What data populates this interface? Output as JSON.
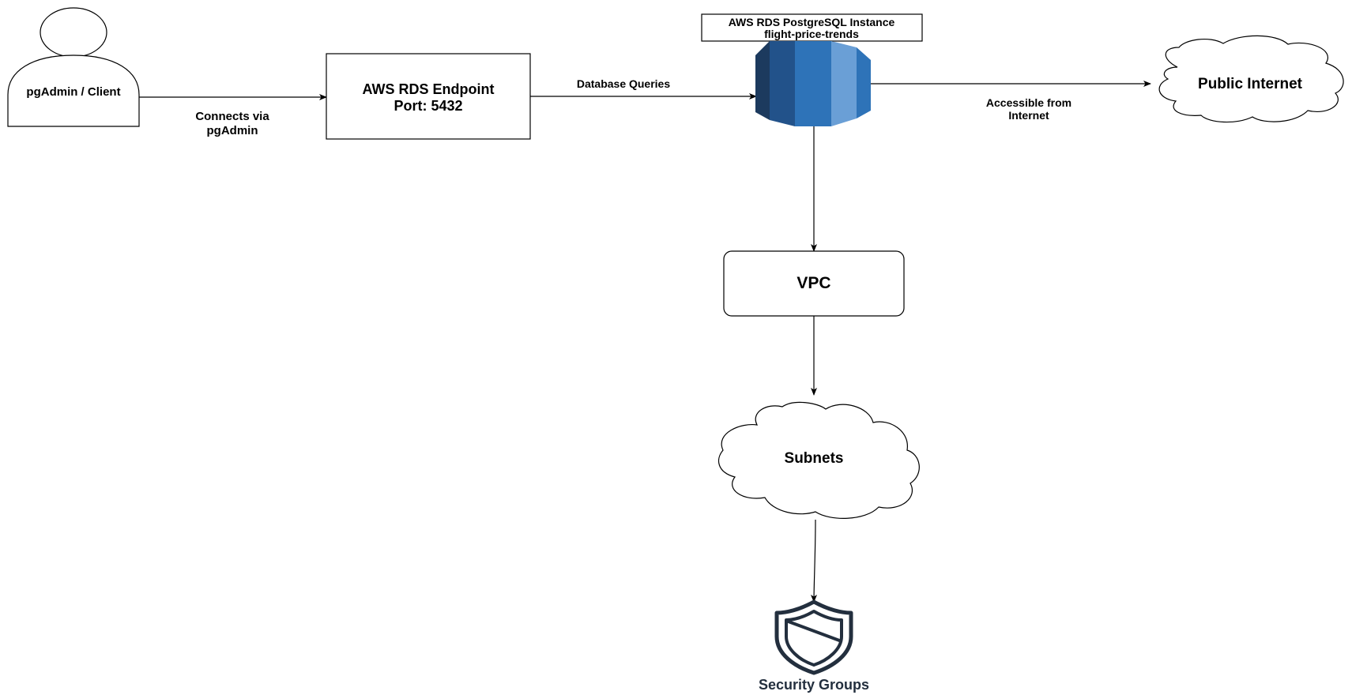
{
  "nodes": {
    "client": {
      "label": "pgAdmin / Client",
      "icon": "user-icon"
    },
    "endpoint": {
      "line1": "AWS RDS Endpoint",
      "line2": "Port: 5432"
    },
    "rds": {
      "title_line1": "AWS RDS PostgreSQL Instance",
      "title_line2": "flight-price-trends",
      "icon": "rds-database-icon"
    },
    "public_internet": {
      "label": "Public Internet",
      "icon": "cloud-icon"
    },
    "vpc": {
      "label": "VPC"
    },
    "subnets": {
      "label": "Subnets",
      "icon": "cloud-icon"
    },
    "security_groups": {
      "label": "Security Groups",
      "icon": "shield-icon"
    }
  },
  "edges": {
    "client_to_endpoint": {
      "line1": "Connects via",
      "line2": "pgAdmin"
    },
    "endpoint_to_rds": {
      "label": "Database Queries"
    },
    "rds_to_internet": {
      "line1": "Accessible from",
      "line2": "Internet"
    }
  },
  "colors": {
    "rds_dark": "#1c3a5e",
    "rds_mid_dark": "#22528a",
    "rds_mid": "#2e73b8",
    "rds_light": "#6a9fd6",
    "shield": "#232f3e",
    "security_groups_text": "#232f3e"
  }
}
